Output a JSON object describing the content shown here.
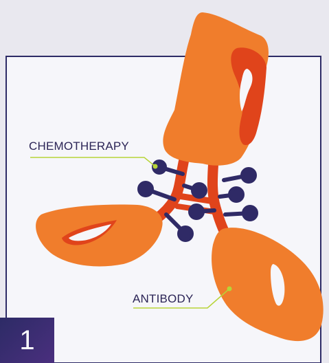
{
  "labels": {
    "chemotherapy": "CHEMOTHERAPY",
    "antibody": "ANTIBODY"
  },
  "step_number": "1",
  "colors": {
    "background": "#e9e8ef",
    "panel": "#f6f6fa",
    "panel_border": "#2d2b66",
    "antibody_orange": "#f07d2c",
    "hinge_red": "#e0441b",
    "drug_navy": "#2f2a66",
    "pointer_green": "#b7d437",
    "label_text": "#2b2456"
  },
  "icons": {
    "drug_molecule": "ball-and-stick-molecule",
    "antibody": "y-shaped-antibody"
  }
}
